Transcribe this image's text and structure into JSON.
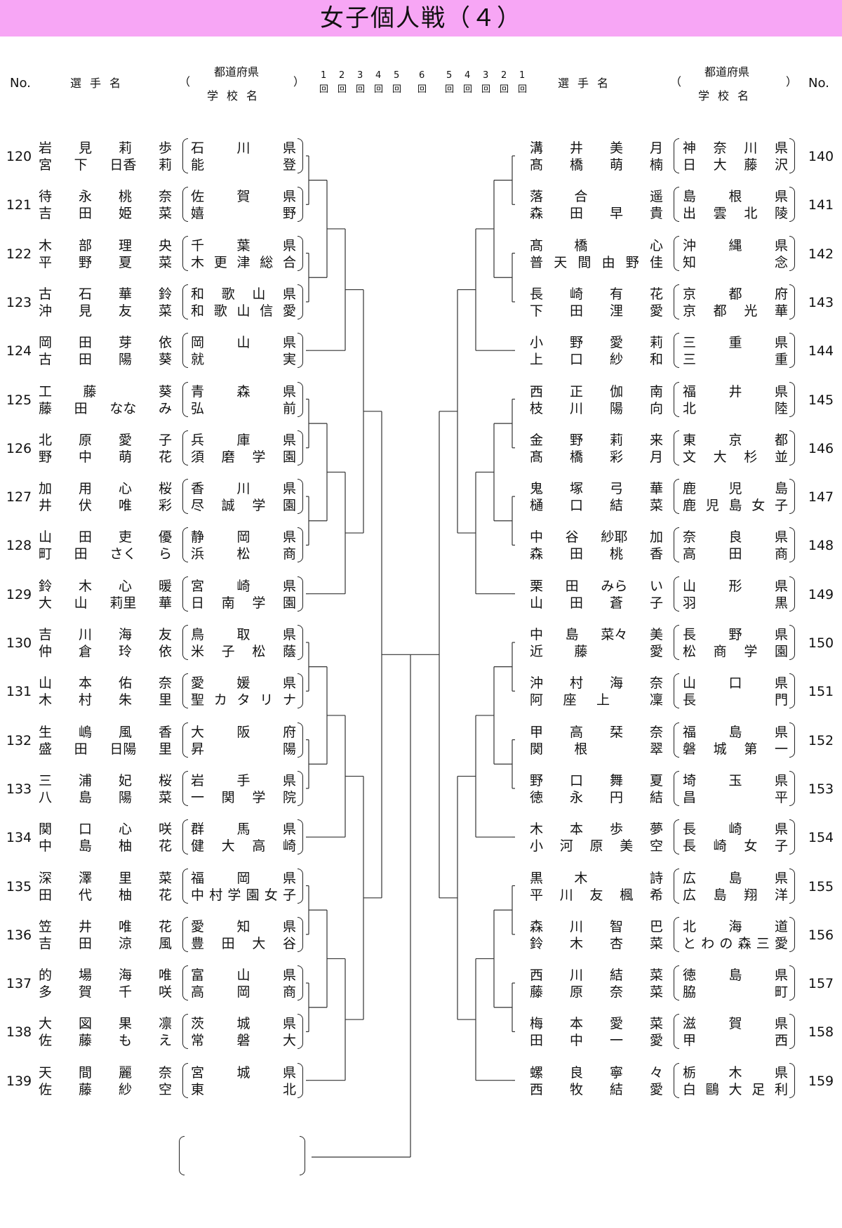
{
  "title": "女子個人戦（４）",
  "header": {
    "no": "No.",
    "player_name": "選手名",
    "paren_open": "（",
    "paren_close": "）",
    "prefecture": "都道府県",
    "school": "学校名",
    "rounds_left": [
      "1",
      "2",
      "3",
      "4",
      "5"
    ],
    "round_center": "6",
    "rounds_right": [
      "5",
      "4",
      "3",
      "2",
      "1"
    ],
    "round_suffix": "回"
  },
  "left": [
    {
      "no": "120",
      "p1": [
        "岩",
        "見",
        "莉",
        "歩"
      ],
      "p2": [
        "宮",
        "下",
        "日香",
        "莉"
      ],
      "pref": [
        "石",
        "川",
        "県"
      ],
      "school": [
        "能",
        "",
        "登"
      ]
    },
    {
      "no": "121",
      "p1": [
        "待",
        "永",
        "桃",
        "奈"
      ],
      "p2": [
        "吉",
        "田",
        "姫",
        "菜"
      ],
      "pref": [
        "佐",
        "賀",
        "県"
      ],
      "school": [
        "嬉",
        "",
        "野"
      ]
    },
    {
      "no": "122",
      "p1": [
        "木",
        "部",
        "理",
        "央"
      ],
      "p2": [
        "平",
        "野",
        "夏",
        "菜"
      ],
      "pref": [
        "千",
        "葉",
        "県"
      ],
      "school": [
        "木",
        "更",
        "津",
        "総",
        "合"
      ]
    },
    {
      "no": "123",
      "p1": [
        "古",
        "石",
        "華",
        "鈴"
      ],
      "p2": [
        "沖",
        "見",
        "友",
        "菜"
      ],
      "pref": [
        "和",
        "歌",
        "山",
        "県"
      ],
      "school": [
        "和",
        "歌",
        "山",
        "信",
        "愛"
      ]
    },
    {
      "no": "124",
      "p1": [
        "岡",
        "田",
        "芽",
        "依"
      ],
      "p2": [
        "古",
        "田",
        "陽",
        "葵"
      ],
      "pref": [
        "岡",
        "山",
        "県"
      ],
      "school": [
        "就",
        "",
        "実"
      ]
    },
    {
      "no": "125",
      "p1": [
        "工",
        "藤",
        "",
        "葵"
      ],
      "p2": [
        "藤",
        "田",
        "なな",
        "み"
      ],
      "pref": [
        "青",
        "森",
        "県"
      ],
      "school": [
        "弘",
        "",
        "前"
      ]
    },
    {
      "no": "126",
      "p1": [
        "北",
        "原",
        "愛",
        "子"
      ],
      "p2": [
        "野",
        "中",
        "萌",
        "花"
      ],
      "pref": [
        "兵",
        "庫",
        "県"
      ],
      "school": [
        "須",
        "磨",
        "学",
        "園"
      ]
    },
    {
      "no": "127",
      "p1": [
        "加",
        "用",
        "心",
        "桜"
      ],
      "p2": [
        "井",
        "伏",
        "唯",
        "彩"
      ],
      "pref": [
        "香",
        "川",
        "県"
      ],
      "school": [
        "尽",
        "誠",
        "学",
        "園"
      ]
    },
    {
      "no": "128",
      "p1": [
        "山",
        "田",
        "吏",
        "優"
      ],
      "p2": [
        "町",
        "田",
        "さく",
        "ら"
      ],
      "pref": [
        "静",
        "岡",
        "県"
      ],
      "school": [
        "浜",
        "松",
        "商"
      ]
    },
    {
      "no": "129",
      "p1": [
        "鈴",
        "木",
        "心",
        "暖"
      ],
      "p2": [
        "大",
        "山",
        "莉里",
        "華"
      ],
      "pref": [
        "宮",
        "崎",
        "県"
      ],
      "school": [
        "日",
        "南",
        "学",
        "園"
      ]
    },
    {
      "no": "130",
      "p1": [
        "吉",
        "川",
        "海",
        "友"
      ],
      "p2": [
        "仲",
        "倉",
        "玲",
        "依"
      ],
      "pref": [
        "鳥",
        "取",
        "県"
      ],
      "school": [
        "米",
        "子",
        "松",
        "蔭"
      ]
    },
    {
      "no": "131",
      "p1": [
        "山",
        "本",
        "佑",
        "奈"
      ],
      "p2": [
        "木",
        "村",
        "朱",
        "里"
      ],
      "pref": [
        "愛",
        "媛",
        "県"
      ],
      "school": [
        "聖",
        "カ",
        "タ",
        "リ",
        "ナ"
      ]
    },
    {
      "no": "132",
      "p1": [
        "生",
        "嶋",
        "風",
        "香"
      ],
      "p2": [
        "盛",
        "田",
        "日陽",
        "里"
      ],
      "pref": [
        "大",
        "阪",
        "府"
      ],
      "school": [
        "昇",
        "",
        "陽"
      ]
    },
    {
      "no": "133",
      "p1": [
        "三",
        "浦",
        "妃",
        "桜"
      ],
      "p2": [
        "八",
        "島",
        "陽",
        "菜"
      ],
      "pref": [
        "岩",
        "手",
        "県"
      ],
      "school": [
        "一",
        "関",
        "学",
        "院"
      ]
    },
    {
      "no": "134",
      "p1": [
        "関",
        "口",
        "心",
        "咲"
      ],
      "p2": [
        "中",
        "島",
        "柚",
        "花"
      ],
      "pref": [
        "群",
        "馬",
        "県"
      ],
      "school": [
        "健",
        "大",
        "高",
        "崎"
      ]
    },
    {
      "no": "135",
      "p1": [
        "深",
        "澤",
        "里",
        "菜"
      ],
      "p2": [
        "田",
        "代",
        "柚",
        "花"
      ],
      "pref": [
        "福",
        "岡",
        "県"
      ],
      "school": [
        "中",
        "村",
        "学",
        "園",
        "女",
        "子"
      ]
    },
    {
      "no": "136",
      "p1": [
        "笠",
        "井",
        "唯",
        "花"
      ],
      "p2": [
        "吉",
        "田",
        "涼",
        "風"
      ],
      "pref": [
        "愛",
        "知",
        "県"
      ],
      "school": [
        "豊",
        "田",
        "大",
        "谷"
      ]
    },
    {
      "no": "137",
      "p1": [
        "的",
        "場",
        "海",
        "唯"
      ],
      "p2": [
        "多",
        "賀",
        "千",
        "咲"
      ],
      "pref": [
        "富",
        "山",
        "県"
      ],
      "school": [
        "高",
        "岡",
        "商"
      ]
    },
    {
      "no": "138",
      "p1": [
        "大",
        "図",
        "果",
        "凛"
      ],
      "p2": [
        "佐",
        "藤",
        "も",
        "え"
      ],
      "pref": [
        "茨",
        "城",
        "県"
      ],
      "school": [
        "常",
        "磐",
        "大"
      ]
    },
    {
      "no": "139",
      "p1": [
        "天",
        "間",
        "麗",
        "奈"
      ],
      "p2": [
        "佐",
        "藤",
        "紗",
        "空"
      ],
      "pref": [
        "宮",
        "城",
        "県"
      ],
      "school": [
        "東",
        "",
        "北"
      ]
    }
  ],
  "right": [
    {
      "no": "140",
      "p1": [
        "溝",
        "井",
        "美",
        "月"
      ],
      "p2": [
        "髙",
        "橋",
        "萌",
        "楠"
      ],
      "pref": [
        "神",
        "奈",
        "川",
        "県"
      ],
      "school": [
        "日",
        "大",
        "藤",
        "沢"
      ]
    },
    {
      "no": "141",
      "p1": [
        "落",
        "合",
        "",
        "遥"
      ],
      "p2": [
        "森",
        "田",
        "早",
        "貴"
      ],
      "pref": [
        "島",
        "根",
        "県"
      ],
      "school": [
        "出",
        "雲",
        "北",
        "陵"
      ]
    },
    {
      "no": "142",
      "p1": [
        "髙",
        "橋",
        "",
        "心"
      ],
      "p2": [
        "普",
        "天",
        "間",
        "由",
        "野",
        "佳"
      ],
      "pref": [
        "沖",
        "縄",
        "県"
      ],
      "school": [
        "知",
        "",
        "念"
      ]
    },
    {
      "no": "143",
      "p1": [
        "長",
        "崎",
        "有",
        "花"
      ],
      "p2": [
        "下",
        "田",
        "浬",
        "愛"
      ],
      "pref": [
        "京",
        "都",
        "府"
      ],
      "school": [
        "京",
        "都",
        "光",
        "華"
      ]
    },
    {
      "no": "144",
      "p1": [
        "小",
        "野",
        "愛",
        "莉"
      ],
      "p2": [
        "上",
        "口",
        "紗",
        "和"
      ],
      "pref": [
        "三",
        "重",
        "県"
      ],
      "school": [
        "三",
        "",
        "重"
      ]
    },
    {
      "no": "145",
      "p1": [
        "西",
        "正",
        "伽",
        "南"
      ],
      "p2": [
        "枝",
        "川",
        "陽",
        "向"
      ],
      "pref": [
        "福",
        "井",
        "県"
      ],
      "school": [
        "北",
        "",
        "陸"
      ]
    },
    {
      "no": "146",
      "p1": [
        "金",
        "野",
        "莉",
        "来"
      ],
      "p2": [
        "髙",
        "橋",
        "彩",
        "月"
      ],
      "pref": [
        "東",
        "京",
        "都"
      ],
      "school": [
        "文",
        "大",
        "杉",
        "並"
      ]
    },
    {
      "no": "147",
      "p1": [
        "鬼",
        "塚",
        "弓",
        "華"
      ],
      "p2": [
        "樋",
        "口",
        "結",
        "菜"
      ],
      "pref": [
        "鹿",
        "児",
        "島"
      ],
      "school": [
        "鹿",
        "児",
        "島",
        "女",
        "子"
      ]
    },
    {
      "no": "148",
      "p1": [
        "中",
        "谷",
        "紗耶",
        "加"
      ],
      "p2": [
        "森",
        "田",
        "桃",
        "香"
      ],
      "pref": [
        "奈",
        "良",
        "県"
      ],
      "school": [
        "高",
        "田",
        "商"
      ]
    },
    {
      "no": "149",
      "p1": [
        "栗",
        "田",
        "みら",
        "い"
      ],
      "p2": [
        "山",
        "田",
        "蒼",
        "子"
      ],
      "pref": [
        "山",
        "形",
        "県"
      ],
      "school": [
        "羽",
        "",
        "黒"
      ]
    },
    {
      "no": "150",
      "p1": [
        "中",
        "島",
        "菜々",
        "美"
      ],
      "p2": [
        "近",
        "藤",
        "",
        "愛"
      ],
      "pref": [
        "長",
        "野",
        "県"
      ],
      "school": [
        "松",
        "商",
        "学",
        "園"
      ]
    },
    {
      "no": "151",
      "p1": [
        "沖",
        "村",
        "海",
        "奈"
      ],
      "p2": [
        "阿",
        "座",
        "上",
        "",
        "凜"
      ],
      "pref": [
        "山",
        "口",
        "県"
      ],
      "school": [
        "長",
        "",
        "門"
      ]
    },
    {
      "no": "152",
      "p1": [
        "甲",
        "高",
        "栞",
        "奈"
      ],
      "p2": [
        "関",
        "根",
        "",
        "翠"
      ],
      "pref": [
        "福",
        "島",
        "県"
      ],
      "school": [
        "磐",
        "城",
        "第",
        "一"
      ]
    },
    {
      "no": "153",
      "p1": [
        "野",
        "口",
        "舞",
        "夏"
      ],
      "p2": [
        "徳",
        "永",
        "円",
        "結"
      ],
      "pref": [
        "埼",
        "玉",
        "県"
      ],
      "school": [
        "昌",
        "",
        "平"
      ]
    },
    {
      "no": "154",
      "p1": [
        "木",
        "本",
        "歩",
        "夢"
      ],
      "p2": [
        "小",
        "河",
        "原",
        "美",
        "空"
      ],
      "pref": [
        "長",
        "崎",
        "県"
      ],
      "school": [
        "長",
        "崎",
        "女",
        "子"
      ]
    },
    {
      "no": "155",
      "p1": [
        "黒",
        "木",
        "",
        "詩"
      ],
      "p2": [
        "平",
        "川",
        "友",
        "楓",
        "希"
      ],
      "pref": [
        "広",
        "島",
        "県"
      ],
      "school": [
        "広",
        "島",
        "翔",
        "洋"
      ]
    },
    {
      "no": "156",
      "p1": [
        "森",
        "川",
        "智",
        "巴"
      ],
      "p2": [
        "鈴",
        "木",
        "杏",
        "菜"
      ],
      "pref": [
        "北",
        "海",
        "道"
      ],
      "school": [
        "と",
        "わ",
        "の",
        "森",
        "三",
        "愛"
      ]
    },
    {
      "no": "157",
      "p1": [
        "西",
        "川",
        "結",
        "菜"
      ],
      "p2": [
        "藤",
        "原",
        "奈",
        "菜"
      ],
      "pref": [
        "徳",
        "島",
        "県"
      ],
      "school": [
        "脇",
        "",
        "町"
      ]
    },
    {
      "no": "158",
      "p1": [
        "梅",
        "本",
        "愛",
        "菜"
      ],
      "p2": [
        "田",
        "中",
        "一",
        "愛"
      ],
      "pref": [
        "滋",
        "賀",
        "県"
      ],
      "school": [
        "甲",
        "",
        "西"
      ]
    },
    {
      "no": "159",
      "p1": [
        "螺",
        "良",
        "寧",
        "々"
      ],
      "p2": [
        "西",
        "牧",
        "結",
        "愛"
      ],
      "pref": [
        "栃",
        "木",
        "県"
      ],
      "school": [
        "白",
        "鷗",
        "大",
        "足",
        "利"
      ]
    }
  ]
}
